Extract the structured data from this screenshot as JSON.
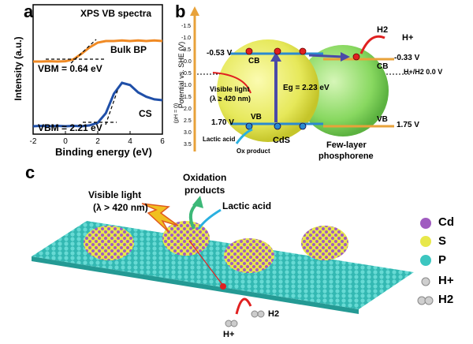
{
  "panels": {
    "a": {
      "letter": "a",
      "title": "XPS VB spectra",
      "ylabel": "Intensity (a.u.)",
      "xlabel": "Binding energy (eV)",
      "curve_labels": {
        "top": "Bulk BP",
        "bottom": "CS"
      },
      "vbm_labels": {
        "top": "VBM = 0.64 eV",
        "bottom": "VBM = 2.21 eV"
      }
    },
    "b": {
      "letter": "b",
      "axis_label": "Potential vs. SHE (V)",
      "ph_label": "(pH = 0)",
      "cds_cb": "-0.53 V",
      "cds_vb": "1.70 V",
      "cb_label": "CB",
      "vb_label": "VB",
      "bandgap": "Eg = 2.23 eV",
      "light_line1": "Visible light",
      "light_line2": "(λ ≥ 420 nm)",
      "lactic": "Lactic acid",
      "ox_product": "Ox product",
      "cds_name": "CdS",
      "p_cb": "-0.33 V",
      "p_vb": "1.75 V",
      "h2": "H2",
      "hplus": "H+",
      "redox": "H+/H2 0.0 V",
      "p_name1": "Few-layer",
      "p_name2": "phosphorene"
    },
    "c": {
      "letter": "c",
      "light_line1": "Visible light",
      "light_line2": "(λ > 420 nm)",
      "oxidation_line1": "Oxidation",
      "oxidation_line2": "products",
      "lactic": "Lactic acid",
      "h2": "H2",
      "hplus": "H+",
      "legend": [
        {
          "label": "Cd",
          "color": "#a05cc0"
        },
        {
          "label": "S",
          "color": "#e8e84a"
        },
        {
          "label": "P",
          "color": "#3cc6c0"
        },
        {
          "label": "H+",
          "color": "#cfcfcf"
        },
        {
          "label": "H2",
          "color": "#cfcfcf"
        }
      ]
    }
  },
  "chart_data": {
    "type": "line",
    "xlabel": "Binding energy (eV)",
    "ylabel": "Intensity (a.u.)",
    "xlim": [
      -2,
      6
    ],
    "xticks": [
      -2,
      0,
      2,
      4,
      6
    ],
    "series": [
      {
        "name": "Bulk BP",
        "color": "#f08a24",
        "x": [
          -2,
          -1.5,
          -1,
          -0.5,
          0,
          0.5,
          1,
          1.5,
          2,
          2.5,
          3,
          3.5,
          4,
          4.5,
          5,
          5.5,
          6
        ],
        "y": [
          0.05,
          0.05,
          0.06,
          0.05,
          0.06,
          0.12,
          0.3,
          0.5,
          0.65,
          0.7,
          0.7,
          0.72,
          0.7,
          0.72,
          0.7,
          0.72,
          0.7
        ]
      },
      {
        "name": "CS",
        "color": "#1f4fa8",
        "x": [
          -2,
          -1.5,
          -1,
          -0.5,
          0,
          0.5,
          1,
          1.5,
          2,
          2.5,
          3,
          3.5,
          4,
          4.5,
          5,
          5.5,
          6
        ],
        "y": [
          0.0,
          0.01,
          0.0,
          0.01,
          0.0,
          0.01,
          0.0,
          0.02,
          0.08,
          0.3,
          0.75,
          1.0,
          0.95,
          0.78,
          0.68,
          0.62,
          0.6
        ]
      }
    ]
  }
}
